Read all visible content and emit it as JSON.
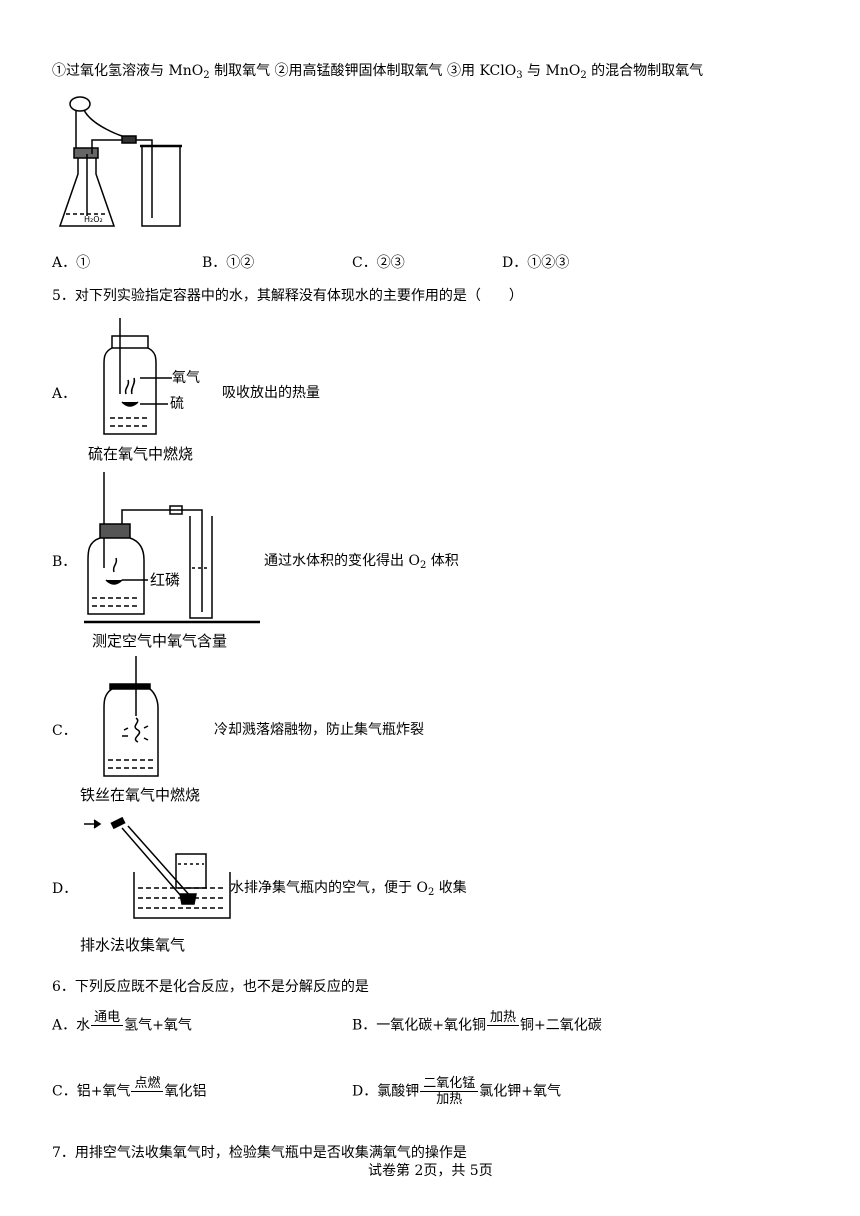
{
  "q4": {
    "options_line_p1": "①过氧化氢溶液与 MnO",
    "options_line_p2": " 制取氧气 ②用高锰酸钾固体制取氧气 ③用 KClO",
    "options_line_p3": " 与 MnO",
    "options_line_p4": " 的混合物制取氧气",
    "sub2": "2",
    "sub3": "3",
    "apparatus_label": "H₂O₂",
    "choices": {
      "a_label": "A．",
      "a_text": "①",
      "b_label": "B．",
      "b_text": "①②",
      "c_label": "C．",
      "c_text": "②③",
      "d_label": "D．",
      "d_text": "①②③"
    }
  },
  "q5": {
    "stem": "5．对下列实验指定容器中的水，其解释没有体现水的主要作用的是（　　）",
    "a": {
      "label": "A．",
      "explain": "吸收放出的热量",
      "fig_oxygen": "氧气",
      "fig_sulfur": "硫",
      "caption": "硫在氧气中燃烧"
    },
    "b": {
      "label": "B．",
      "explain_p1": "通过水体积的变化得出  O",
      "explain_p2": " 体积",
      "sub": "2",
      "fig_phosphorus": "红磷",
      "caption": "测定空气中氧气含量"
    },
    "c": {
      "label": "C．",
      "explain": "冷却溅落熔融物，防止集气瓶炸裂",
      "caption": "铁丝在氧气中燃烧"
    },
    "d": {
      "label": "D．",
      "explain_p1": "水排净集气瓶内的空气，便于  O",
      "explain_p2": " 收集",
      "sub": "2",
      "caption": "排水法收集氧气"
    }
  },
  "q6": {
    "stem": "6．下列反应既不是化合反应，也不是分解反应的是",
    "a": {
      "label": "A．",
      "left": "水",
      "cond_top": "通电",
      "right": "氢气+氧气"
    },
    "b": {
      "label": "B．",
      "left": "一氧化碳+氧化铜",
      "cond_top": "加热",
      "right": "铜+二氧化碳"
    },
    "c": {
      "label": "C．",
      "left": "铝+氧气",
      "cond_top": "点燃",
      "right": "氧化铝"
    },
    "d": {
      "label": "D．",
      "left": "氯酸钾",
      "cond_top": "二氧化锰",
      "cond_bottom": "加热",
      "right": "氯化钾+氧气"
    }
  },
  "q7": {
    "stem": "7．用排空气法收集氧气时，检验集气瓶中是否收集满氧气的操作是"
  },
  "footer": "试卷第 2页，共 5页"
}
